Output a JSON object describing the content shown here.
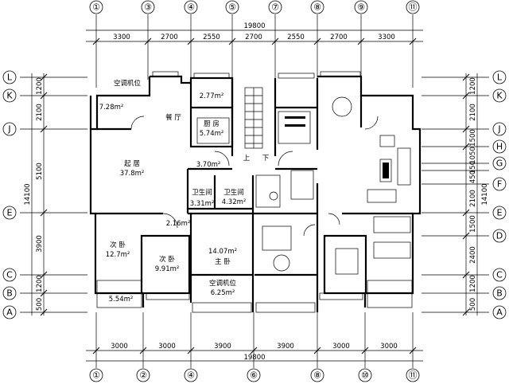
{
  "axes": {
    "top": [
      "①",
      "③",
      "④",
      "⑤",
      "⑦",
      "⑧",
      "⑨",
      "⑪"
    ],
    "bottom": [
      "①",
      "②",
      "④",
      "⑥",
      "⑧",
      "⑩",
      "⑪"
    ],
    "rows": [
      "L",
      "K",
      "J",
      "H",
      "G",
      "F",
      "E",
      "D",
      "C",
      "B",
      "A"
    ]
  },
  "dims": {
    "total_top": "19800",
    "top": [
      "3300",
      "2700",
      "2550",
      "2700",
      "2550",
      "2700",
      "3300"
    ],
    "bottom": [
      "3000",
      "3000",
      "3900",
      "3900",
      "3000",
      "3000"
    ],
    "total_bottom": "19800",
    "left": [
      "1200",
      "2100",
      "5100",
      "3900",
      "1200",
      "500"
    ],
    "left_total": "14100",
    "right": [
      "1200",
      "2100",
      "1500",
      "1050",
      "150",
      "450",
      "2100",
      "1500",
      "2400",
      "1200",
      "500"
    ],
    "right_total": "14100"
  },
  "rooms": {
    "ac_top": "空调机位",
    "balcony_tl": "7.28m²",
    "dining": "餐 厅",
    "kitchen_area_small": "2.77m²",
    "kitchen": "厨 房",
    "kitchen_area": "5.74m²",
    "stair_area": "3.70m²",
    "stair_up": "上",
    "stair_down": "下",
    "living": "起 居",
    "living_area": "37.8m²",
    "wc1": "卫生间",
    "wc1_area": "3.31m²",
    "wc2": "卫生间",
    "wc2_area": "4.32m²",
    "hall_area": "2.16m²",
    "bed2": "次 卧",
    "bed2_area": "12.7m²",
    "bed3": "次 卧",
    "bed3_area": "9.91m²",
    "master_area": "14.07m²",
    "master": "主 卧",
    "ac_bottom": "空调机位",
    "ac_bottom_area": "6.25m²",
    "balcony_bl": "5.54m²"
  }
}
